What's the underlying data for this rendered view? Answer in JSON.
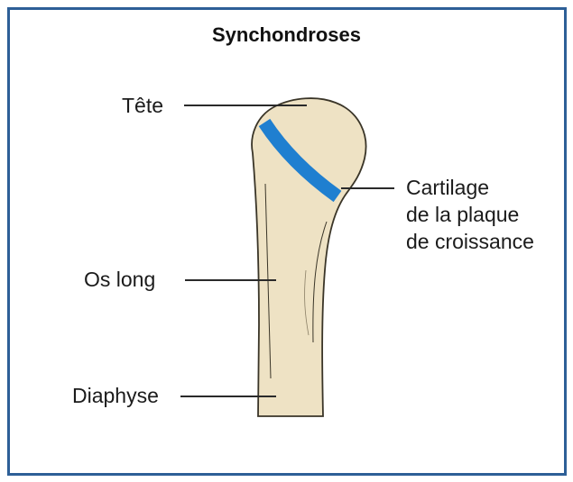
{
  "title": "Synchondroses",
  "labels": {
    "head": "Tête",
    "long_bone": "Os long",
    "diaphysis": "Diaphyse",
    "growth_plate": [
      "Cartilage",
      "de la plaque",
      "de croissance"
    ]
  },
  "colors": {
    "border": "#2d5f97",
    "bone_fill": "#eee2c4",
    "bone_stroke": "#3a3528",
    "cartilage": "#1f7fd0",
    "leader": "#2a2a2a"
  }
}
